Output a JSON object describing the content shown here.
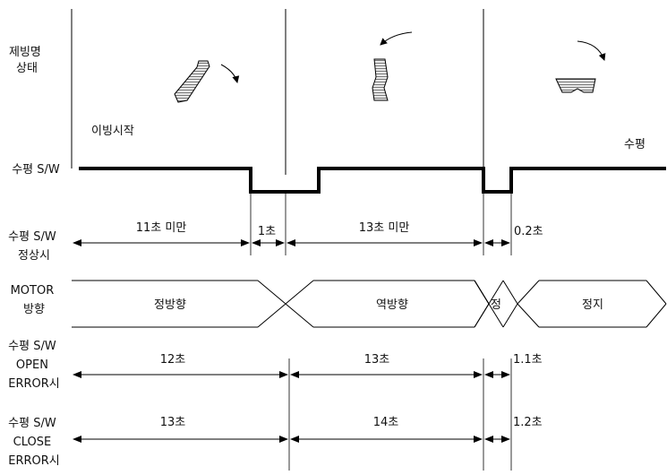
{
  "rows": {
    "defrost_state": [
      "제빙명",
      "상태"
    ],
    "level_sw": [
      "수평 S/W"
    ],
    "level_sw_normal": [
      "수평 S/W",
      "정상시"
    ],
    "motor_direction": [
      "MOTOR",
      "방향"
    ],
    "open_error": [
      "수평 S/W",
      "OPEN",
      "ERROR시"
    ],
    "close_error": [
      "수평 S/W",
      "CLOSE",
      "ERROR시"
    ]
  },
  "annotations": {
    "start_label": "이빙시작",
    "level_end_label": "수평"
  },
  "normal_timing": {
    "seg1": "11초 미만",
    "seg2": "1초",
    "seg3": "13초 미만",
    "seg4": "0.2초"
  },
  "motor": {
    "forward": "정방향",
    "reverse": "역방향",
    "stop_short": "정",
    "stop": "정지"
  },
  "open_error_timing": {
    "seg1": "12초",
    "seg2": "13초",
    "seg3": "1.1초"
  },
  "close_error_timing": {
    "seg1": "13초",
    "seg2": "14초",
    "seg3": "1.2초"
  },
  "colors": {
    "line": "#000000",
    "hatch": "#9a9a9a"
  }
}
